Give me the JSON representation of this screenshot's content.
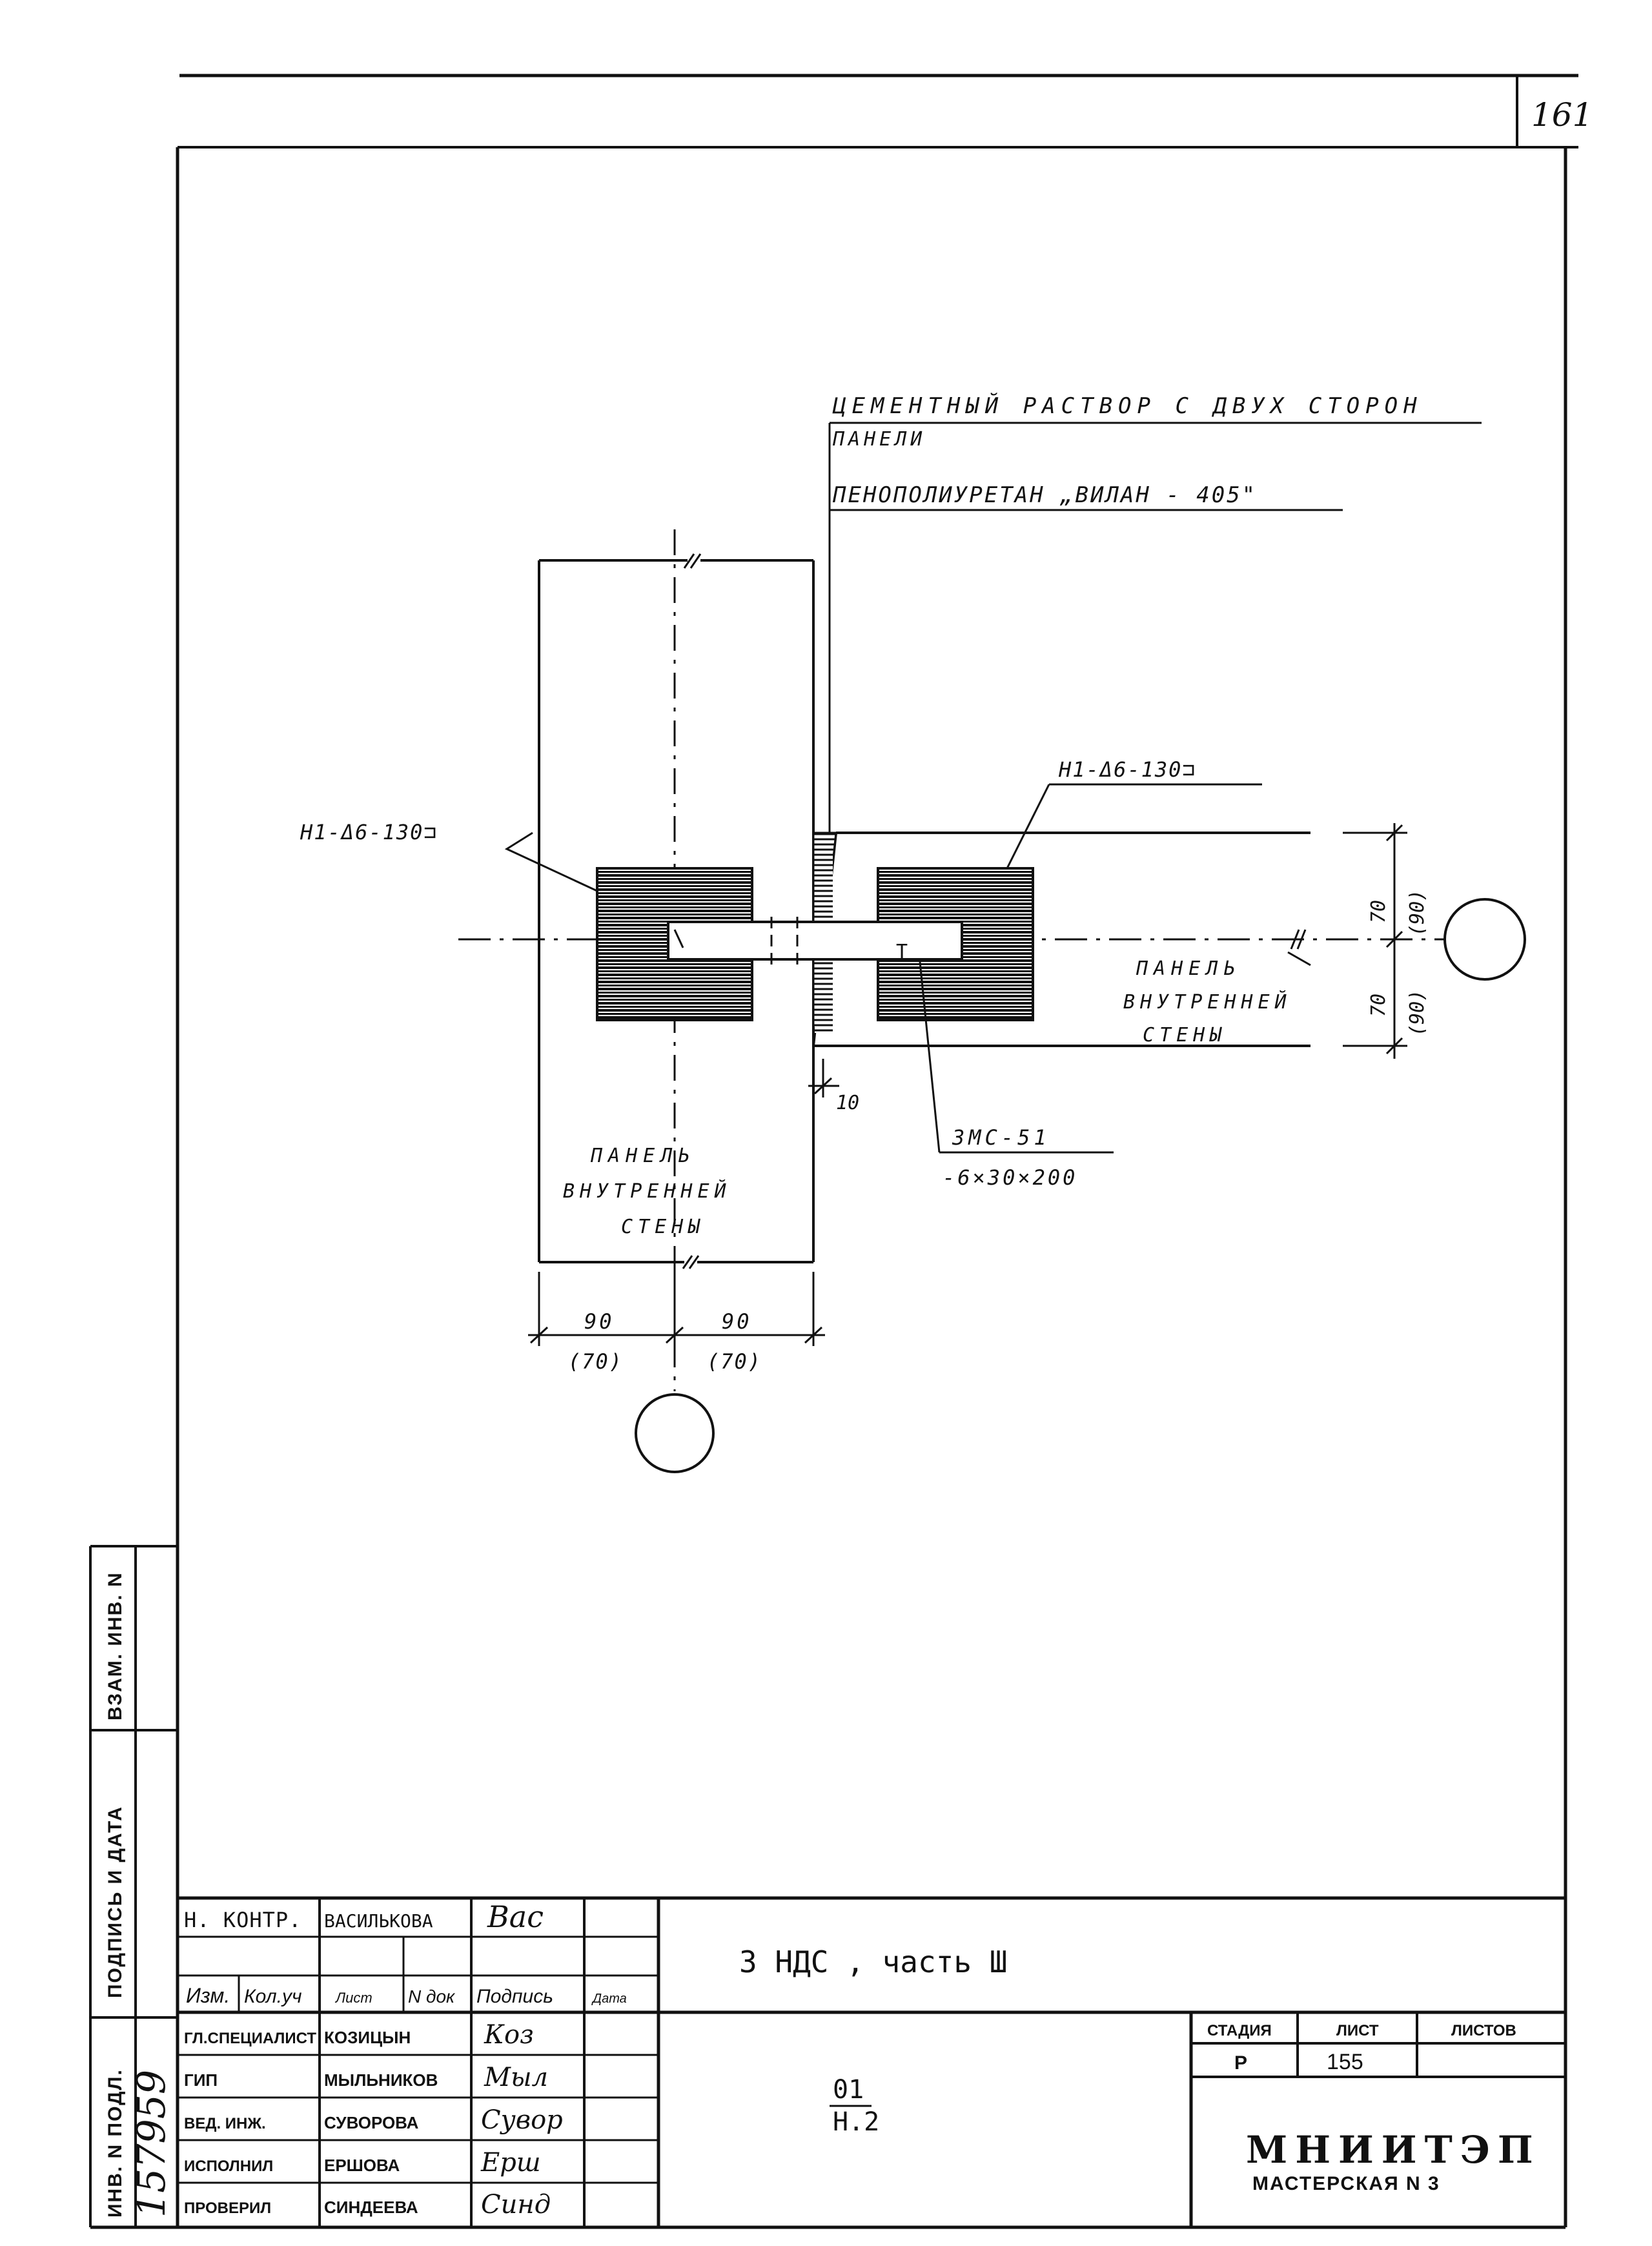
{
  "sheet": {
    "page_number": "161"
  },
  "drawing": {
    "callouts": {
      "mortar_line1": "ЦЕМЕНТНЫЙ РАСТВОР С ДВУХ СТОРОН",
      "mortar_line2": "ПАНЕЛИ",
      "foam": "ПЕНОПОЛИУРЕТАН „ВИЛАН - 405\"",
      "anchor_left": "Н1-Δ6-130⊐",
      "anchor_right": "Н1-Δ6-130⊐",
      "plate_mark": "3МС-51",
      "plate_size": "-6×30×200"
    },
    "panels": {
      "vertical": [
        "ПАНЕЛЬ",
        "ВНУТРЕННЕЙ",
        "СТЕНЫ"
      ],
      "horizontal": [
        "ПАНЕЛЬ",
        "ВНУТРЕННЕЙ",
        "СТЕНЫ"
      ]
    },
    "dimensions": {
      "gap": "10",
      "left_width": "90",
      "left_width_alt": "(70)",
      "right_width": "90",
      "right_width_alt": "(70)",
      "upper_height": "70",
      "upper_height_alt": "(90)",
      "lower_height": "70",
      "lower_height_alt": "(90)"
    }
  },
  "side_stamp": {
    "inv_vzam": "ВЗАМ. ИНВ. N",
    "sign_date": "ПОДПИСЬ И ДАТА",
    "inv_podl": "ИНВ. N ПОДЛ.",
    "inv_number": "157959"
  },
  "title_block": {
    "top_row": {
      "role": "Н. КОНТР.",
      "name": "ВАСИЛЬКОВА",
      "signature": "Вас"
    },
    "header": [
      "Изм.",
      "Кол.уч",
      "Лист",
      "N док",
      "Подпись",
      "Дата"
    ],
    "signatories": [
      {
        "role": "ГЛ.СПЕЦИАЛИСТ",
        "name": "КОЗИЦЫН",
        "signature": "Коз"
      },
      {
        "role": "ГИП",
        "name": "МЫЛЬНИКОВ",
        "signature": "Мыл"
      },
      {
        "role": "ВЕД. ИНЖ.",
        "name": "СУВОРОВА",
        "signature": "Сувор"
      },
      {
        "role": "ИСПОЛНИЛ",
        "name": "ЕРШОВА",
        "signature": "Ерш"
      },
      {
        "role": "ПРОВЕРИЛ",
        "name": "СИНДЕЕВА",
        "signature": "Синд"
      }
    ],
    "project_title": "3 НДС , часть Ш",
    "drawing_code_top": "01",
    "drawing_code_bottom": "Н.2",
    "stage_header": "СТАДИЯ",
    "sheet_header": "ЛИСТ",
    "sheets_header": "ЛИСТОВ",
    "stage": "Р",
    "sheet": "155",
    "sheets_total": "",
    "org_name": "МНИИТЭП",
    "org_unit": "МАСТЕРСКАЯ N 3"
  }
}
